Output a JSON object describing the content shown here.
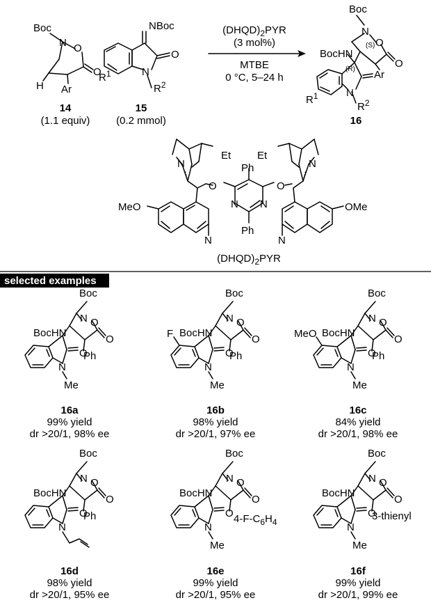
{
  "reaction": {
    "reagent_14": {
      "id": "14",
      "amount": "(1.1 equiv)",
      "labels": {
        "boc": "Boc",
        "n": "N",
        "o": "O",
        "o_carbonyl": "O",
        "h": "H",
        "ar": "Ar"
      }
    },
    "reagent_15": {
      "id": "15",
      "amount": "(0.2 mmol)",
      "labels": {
        "nboc": "NBoc",
        "o": "O",
        "n": "N",
        "r1": "R",
        "r1_sup": "1",
        "r2": "R",
        "r2_sup": "2"
      }
    },
    "conditions": {
      "catalyst_pre": "(DHQD)",
      "catalyst_sub": "2",
      "catalyst_post": "PYR",
      "loading": "(3 mol%)",
      "solvent": "MTBE",
      "temp_time": "0 °C, 5–24 h"
    },
    "product_16": {
      "id": "16",
      "labels": {
        "boc": "Boc",
        "n": "N",
        "o": "O",
        "o_carbonyl": "O",
        "bochn": "BocHN",
        "ar": "Ar",
        "s": "(S)",
        "r": "(R)",
        "n_lactam": "N",
        "o_lactam": "O",
        "r1": "R",
        "r1_sup": "1",
        "r2": "R",
        "r2_sup": "2"
      }
    }
  },
  "catalyst": {
    "name_pre": "(DHQD)",
    "name_sub": "2",
    "name_post": "PYR",
    "labels": {
      "et": "Et",
      "n": "N",
      "o": "O",
      "ph": "Ph",
      "meo": "MeO",
      "ome": "OMe"
    }
  },
  "section_title": "selected examples",
  "examples": [
    {
      "id": "16a",
      "yield": "99% yield",
      "selectivity": "dr >20/1, 98% ee",
      "substituent": "Ph",
      "aryl_sub": "",
      "n_sub": "Me"
    },
    {
      "id": "16b",
      "yield": "98% yield",
      "selectivity": "dr >20/1, 97% ee",
      "substituent": "Ph",
      "aryl_sub": "F",
      "n_sub": "Me"
    },
    {
      "id": "16c",
      "yield": "84% yield",
      "selectivity": "dr >20/1, 98% ee",
      "substituent": "Ph",
      "aryl_sub": "MeO",
      "n_sub": "Me"
    },
    {
      "id": "16d",
      "yield": "98% yield",
      "selectivity": "dr >20/1, 95% ee",
      "substituent": "Ph",
      "aryl_sub": "",
      "n_sub": "allyl"
    },
    {
      "id": "16e",
      "yield": "99% yield",
      "selectivity": "dr >20/1, 95% ee",
      "substituent": "4-F-C6H4",
      "aryl_sub": "",
      "n_sub": "Me"
    },
    {
      "id": "16f",
      "yield": "99% yield",
      "selectivity": "dr >20/1, 99% ee",
      "substituent": "3-thienyl",
      "aryl_sub": "",
      "n_sub": "Me"
    }
  ],
  "common_labels": {
    "boc": "Boc",
    "n": "N",
    "o": "O",
    "bochn": "BocHN",
    "me": "Me"
  },
  "formula_16e": {
    "a": "4-F-C",
    "b": "6",
    "c": "H",
    "d": "4"
  }
}
